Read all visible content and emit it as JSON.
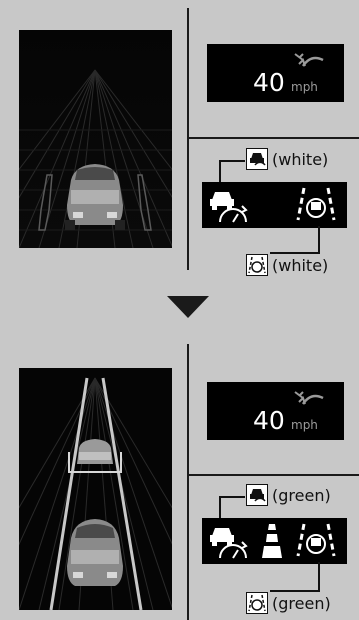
{
  "top": {
    "speed": {
      "value": "40",
      "unit": "mph"
    },
    "callout_upper": "(white)",
    "callout_lower": "(white)"
  },
  "bottom": {
    "speed": {
      "value": "40",
      "unit": "mph"
    },
    "callout_upper": "(green)",
    "callout_lower": "(green)"
  },
  "colors": {
    "background": "#c8c8c8",
    "divider": "#1a1a1a",
    "display": "#000000",
    "white_indicator": "#ffffff",
    "green_indicator": "#ffffff"
  },
  "icons": [
    "car-ahead-icon",
    "speedometer-icon",
    "lane-keeping-icon",
    "speed-set-icon",
    "lane-markings-icon",
    "down-arrow-icon"
  ]
}
